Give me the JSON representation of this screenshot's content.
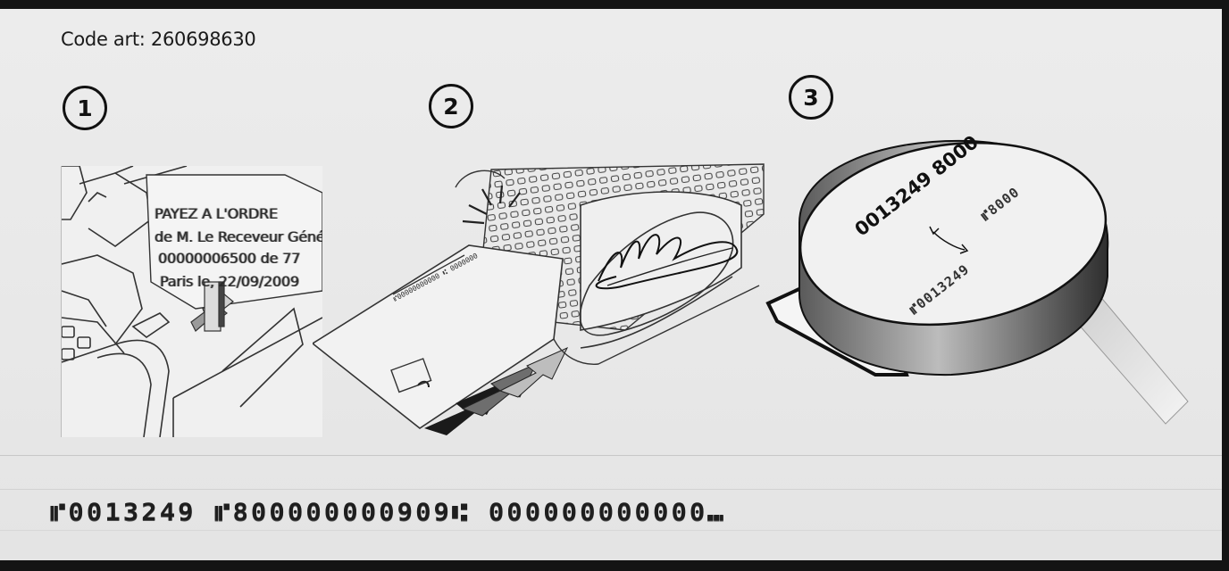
{
  "header": {
    "code_art": "Code art: 260698630"
  },
  "steps": [
    {
      "number": "1"
    },
    {
      "number": "2"
    },
    {
      "number": "3"
    }
  ],
  "panel1_cheque": {
    "line1": "PAYEZ A L'ORDRE",
    "line2": "de M. Le Receveur Général des Finances",
    "line3": "00000006500 de 77",
    "line4": "Paris le, 22/09/2009"
  },
  "magnifier": {
    "main_number": "0013249 8000",
    "micr_a": "⑈8000",
    "micr_b": "⑈0013249"
  },
  "bottom_micr": {
    "text": "⑈0013249 ⑈800000000909⑆ 000000000000⑉"
  }
}
